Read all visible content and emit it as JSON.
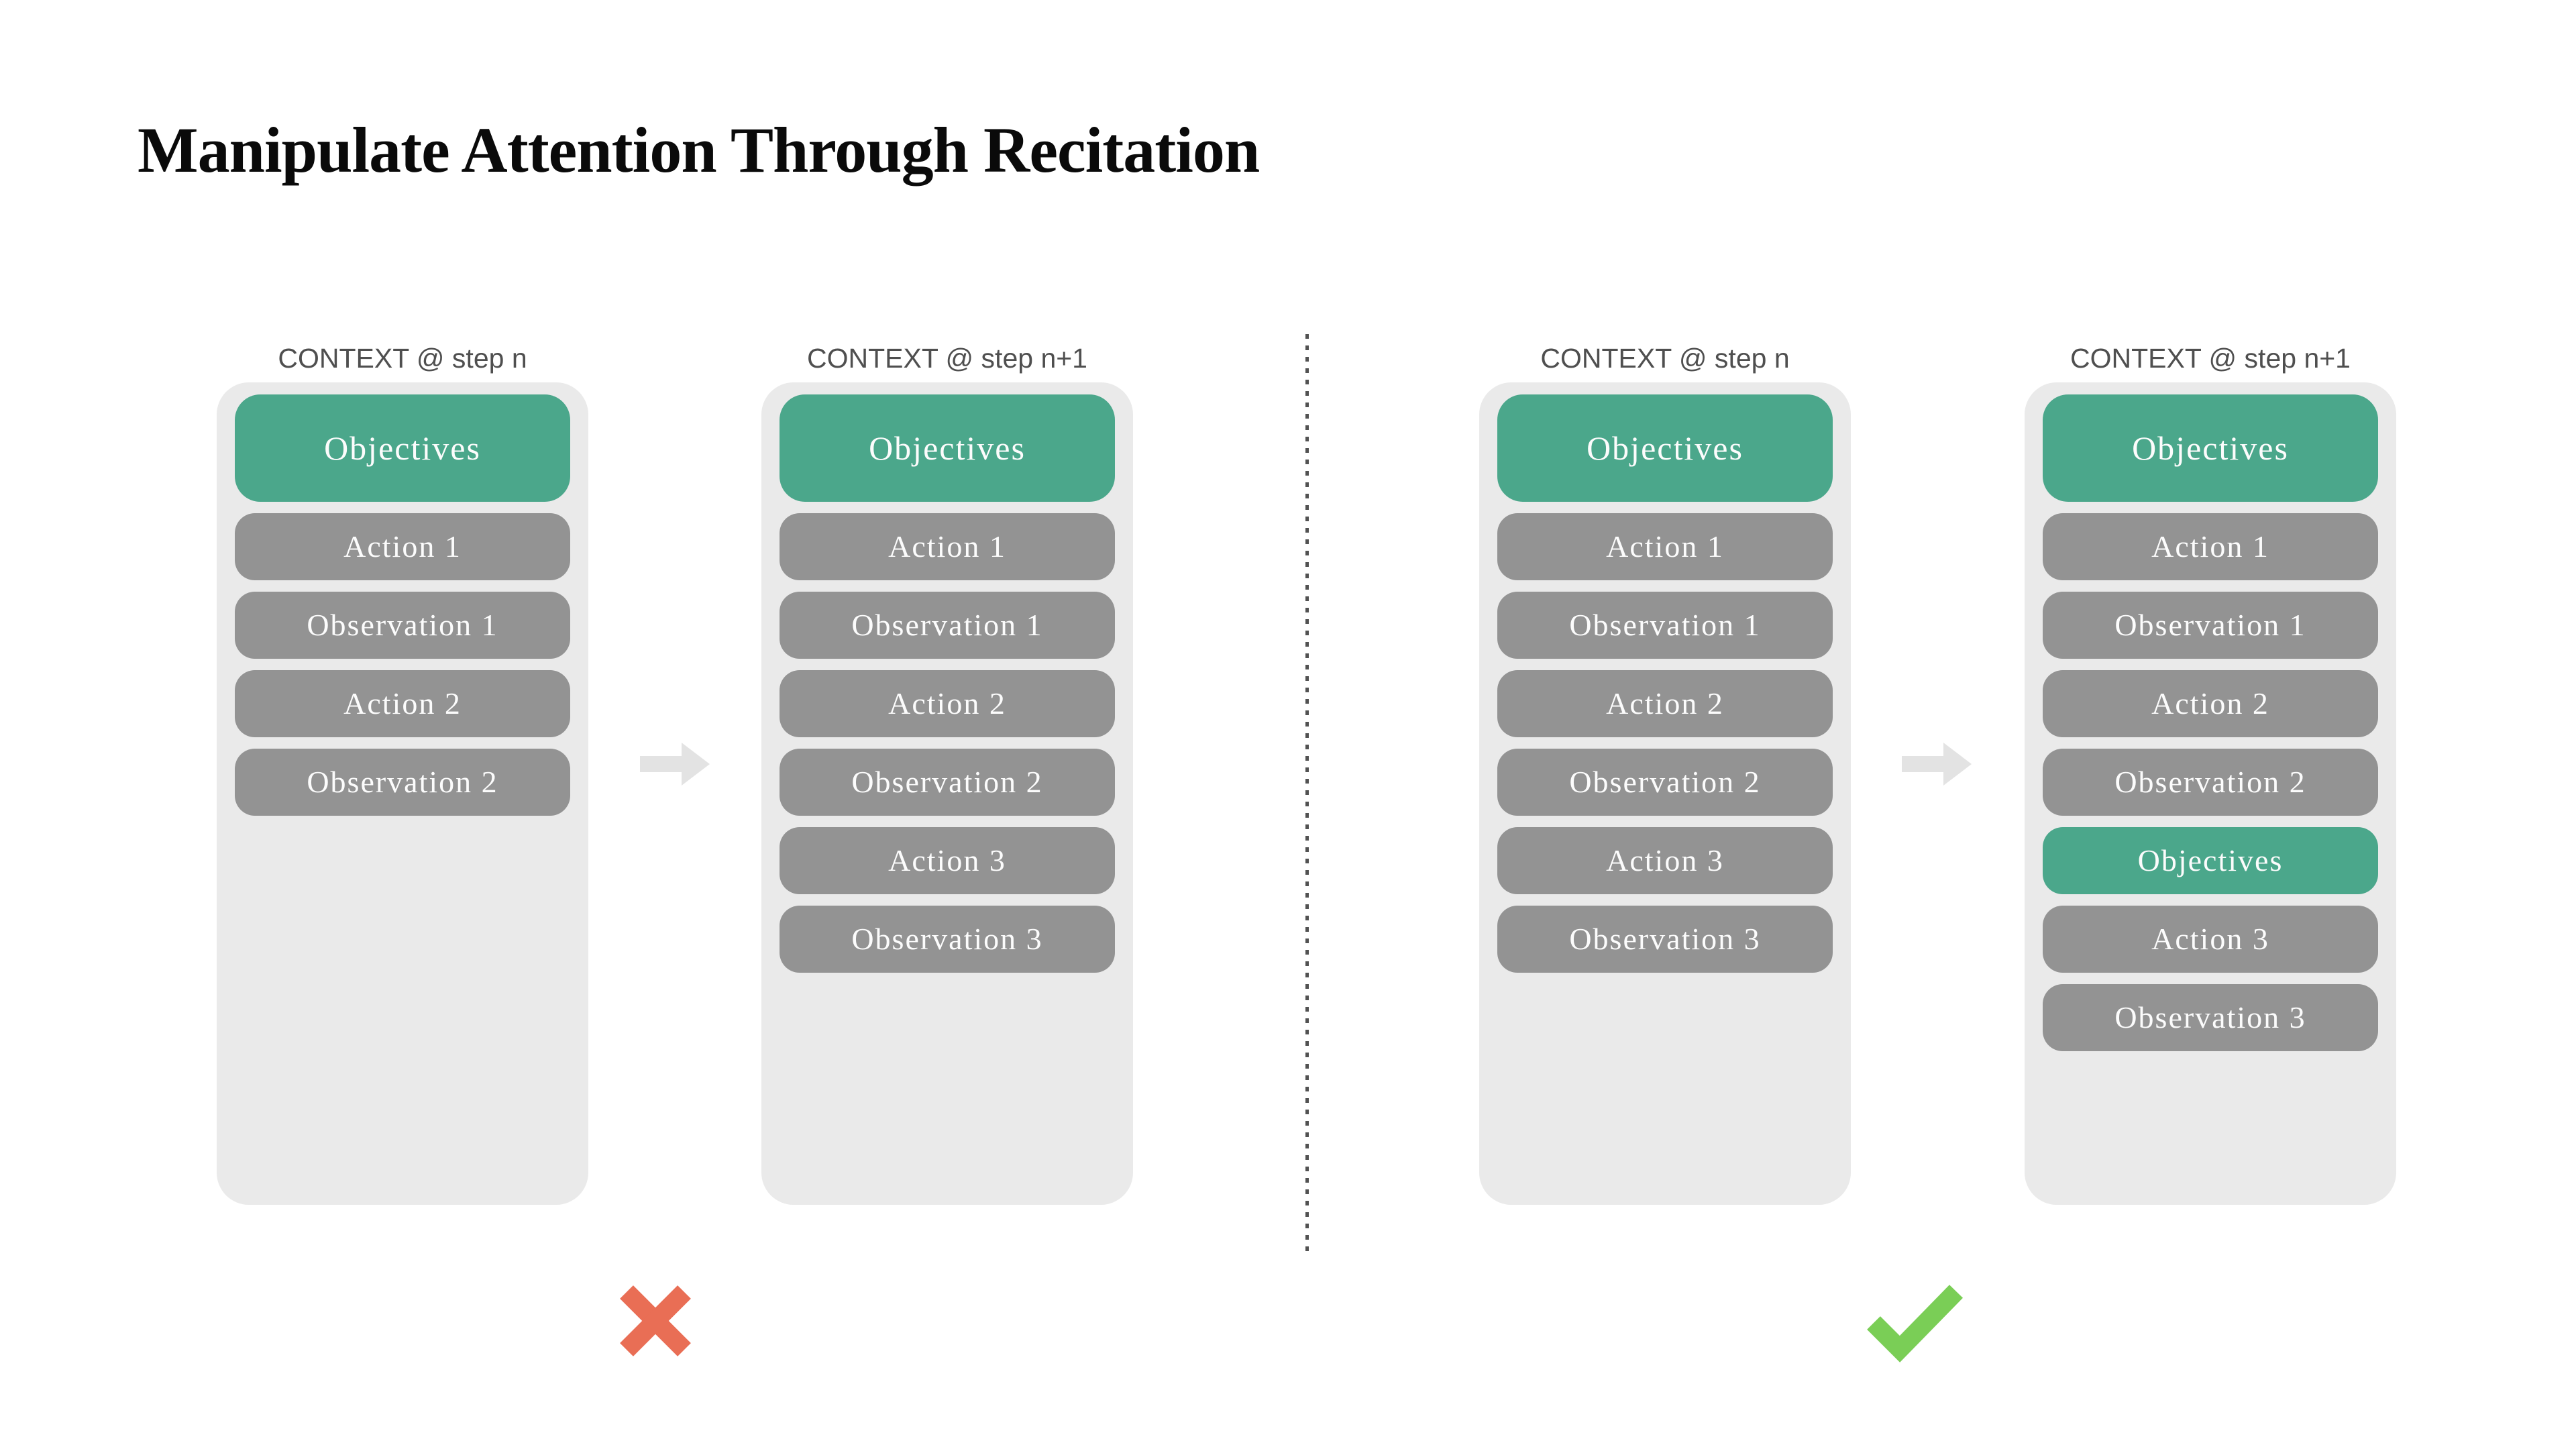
{
  "title": "Manipulate Attention Through Recitation",
  "colors": {
    "objective_green": "#4ba78b",
    "step_gray": "#939393",
    "panel_bg": "#eaeaea",
    "header_text": "#4f4f4f",
    "arrow_gray": "#e3e3e3",
    "divider_gray": "#525252",
    "cross_red": "#e96e55",
    "check_green": "#7ace56",
    "pill_text": "#fcfcfc",
    "title_text": "#0a0a0a"
  },
  "groups": [
    {
      "verdict": "cross",
      "panels": [
        {
          "header": "CONTEXT @ step n",
          "items": [
            "Objectives",
            "Action 1",
            "Observation 1",
            "Action 2",
            "Observation 2"
          ]
        },
        {
          "header": "CONTEXT @ step n+1",
          "items": [
            "Objectives",
            "Action 1",
            "Observation 1",
            "Action 2",
            "Observation 2",
            "Action 3",
            "Observation 3"
          ]
        }
      ]
    },
    {
      "verdict": "check",
      "panels": [
        {
          "header": "CONTEXT @ step n",
          "items": [
            "Objectives",
            "Action 1",
            "Observation 1",
            "Action 2",
            "Observation 2",
            "Action 3",
            "Observation 3"
          ]
        },
        {
          "header": "CONTEXT @ step n+1",
          "items": [
            "Objectives",
            "Action 1",
            "Observation 1",
            "Action 2",
            "Observation 2",
            "Objectives",
            "Action 3",
            "Observation 3"
          ]
        }
      ]
    }
  ]
}
